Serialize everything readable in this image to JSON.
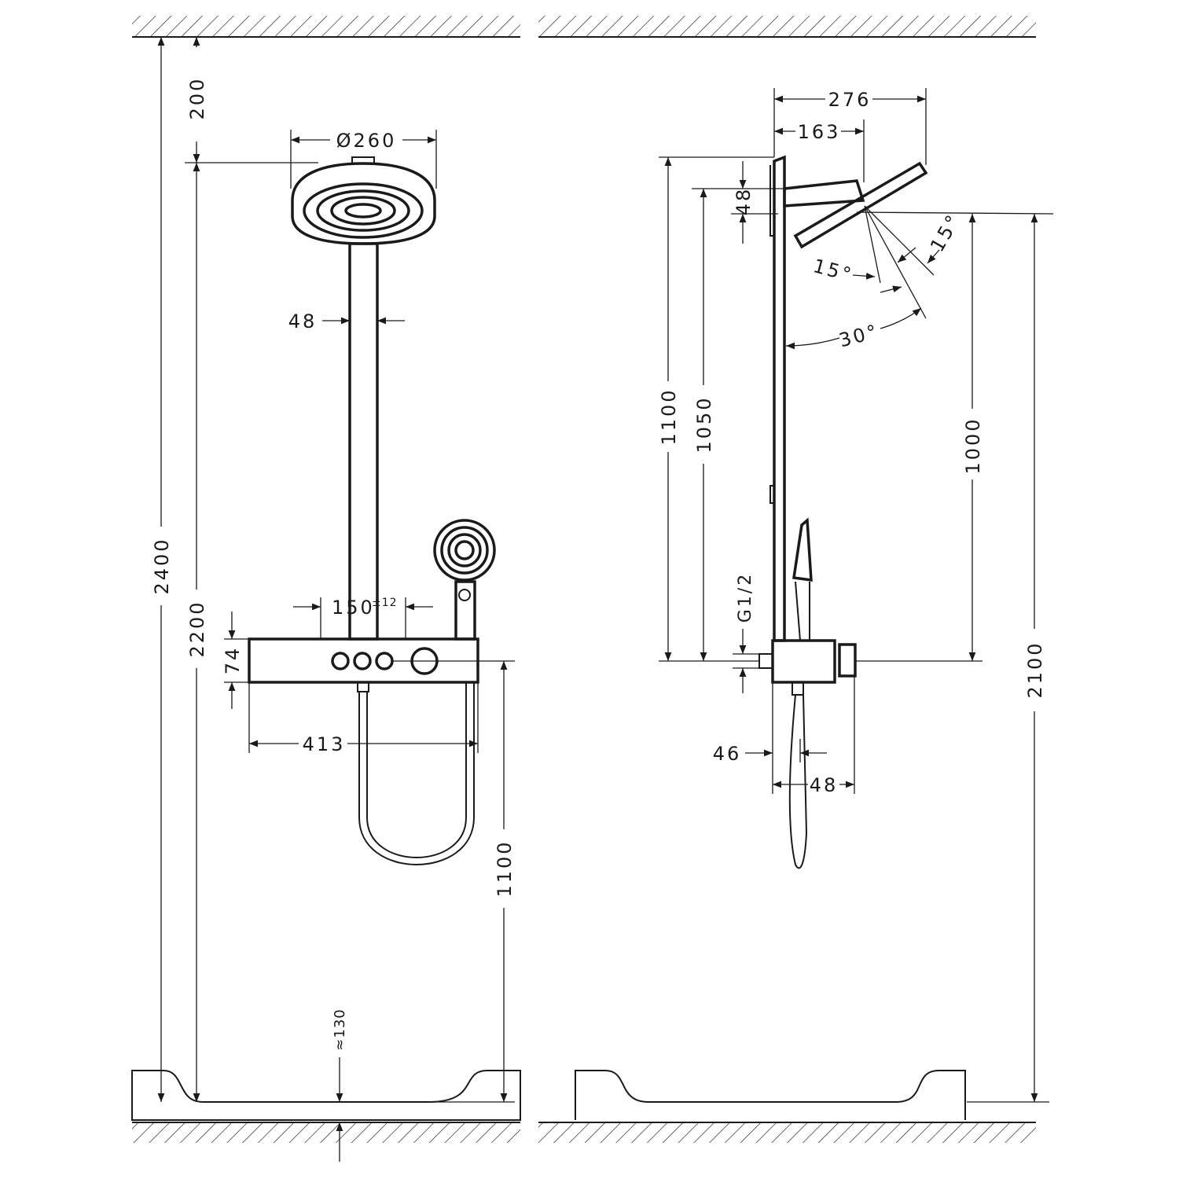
{
  "front_view": {
    "dim_total_height": "2400",
    "dim_ceiling_gap": "200",
    "dim_head_height": "2200",
    "dim_head_diameter": "Ø260",
    "dim_pipe_width": "48",
    "dim_inlet_spacing": "150",
    "dim_inlet_tolerance": "±12",
    "dim_thermostat_height": "74",
    "dim_thermostat_width": "413",
    "dim_thermostat_height_floor": "1100",
    "dim_tray_depth": "≈130"
  },
  "side_view": {
    "dim_head_projection": "276",
    "dim_arm_projection": "163",
    "dim_top_height": "1100",
    "dim_arm_height": "1050",
    "dim_arm_thickness": "48",
    "dim_head_to_thermostat": "1000",
    "dim_head_floor": "2100",
    "dim_thread": "G1/2",
    "dim_wall_offset": "46",
    "dim_thermostat_depth": "48",
    "angle_1": "15°",
    "angle_2": "15°",
    "angle_total": "30°"
  }
}
